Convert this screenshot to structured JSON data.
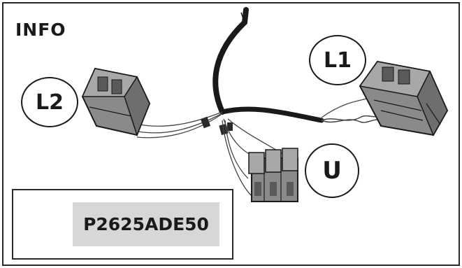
{
  "header": {
    "title": "INFO"
  },
  "callouts": {
    "l1": "L1",
    "l2": "L2",
    "u": "U"
  },
  "reference": {
    "code": "P2625ADE50",
    "icon": "eye-icon"
  },
  "colors": {
    "line": "#1a1a1a",
    "connector_fill": "#8a8a8a",
    "connector_dark": "#5a5a5a",
    "code_bg": "#d7d7d7"
  }
}
